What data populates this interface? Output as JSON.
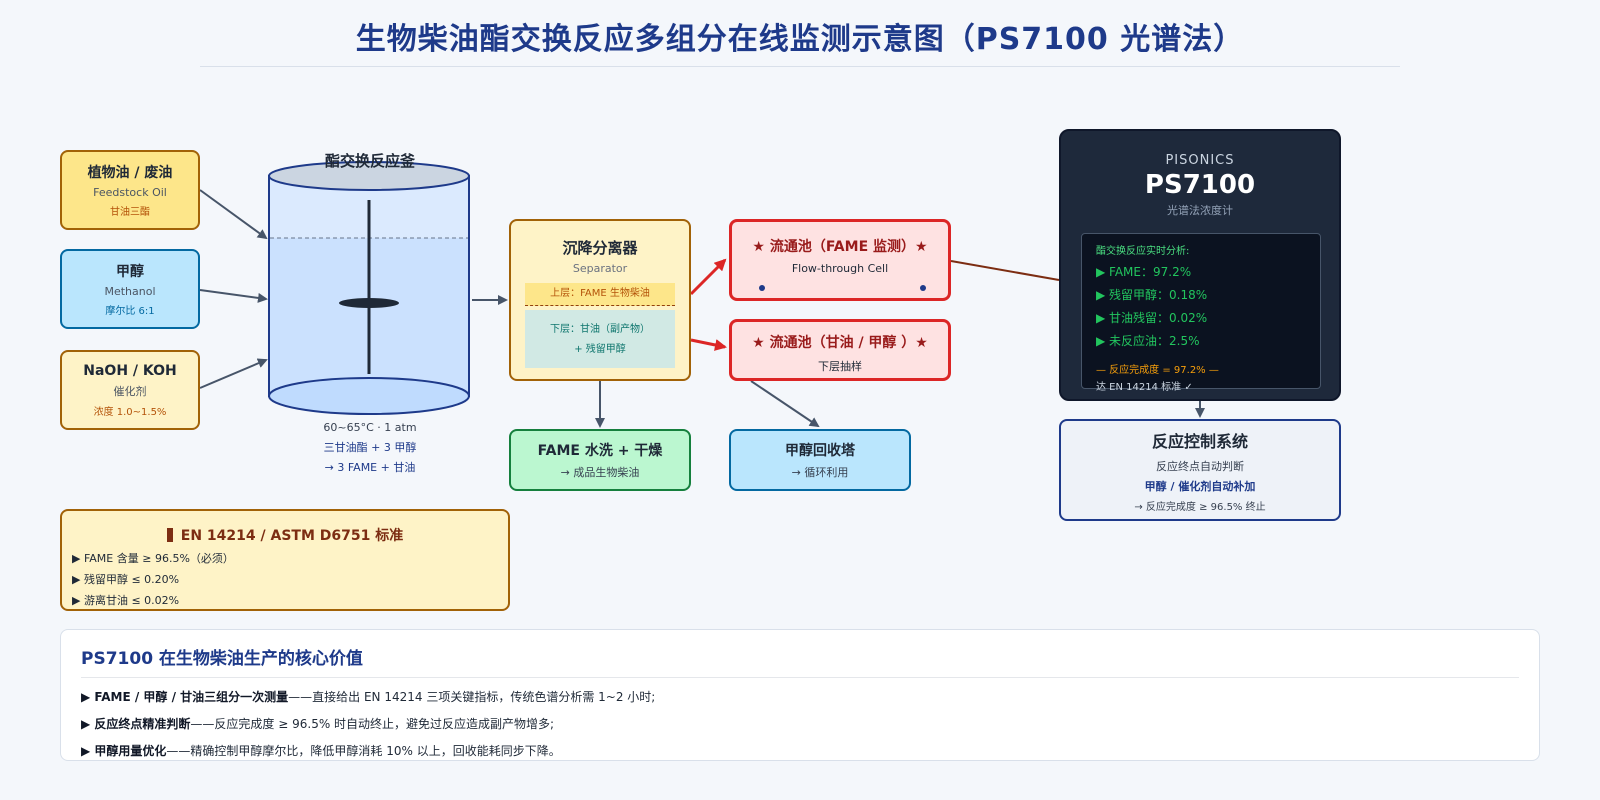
{
  "title": "生物柴油酯交换反应多组分在线监测示意图（PS7100 光谱法）",
  "feeds": {
    "oil": {
      "title": "植物油 / 废油",
      "sub": "Feedstock Oil",
      "note": "甘油三酯"
    },
    "methanol": {
      "title": "甲醇",
      "sub": "Methanol",
      "note": "摩尔比 6:1"
    },
    "catalyst": {
      "title": "NaOH / KOH",
      "sub": "催化剂",
      "note": "浓度 1.0~1.5%"
    }
  },
  "reactor": {
    "label": "酯交换反应釜",
    "conditions": "60~65°C · 1 atm",
    "reaction_line1": "三甘油酯 + 3 甲醇",
    "reaction_line2": "→ 3 FAME + 甘油"
  },
  "separator": {
    "title": "沉降分离器",
    "sub": "Separator",
    "upper": "上层：FAME 生物柴油",
    "lower_line1": "下层：甘油（副产物）",
    "lower_line2": "+ 残留甲醇"
  },
  "cells": {
    "fame": {
      "title": "★ 流通池（FAME 监测）★",
      "sub": "Flow-through Cell"
    },
    "glycerol": {
      "title": "★ 流通池（甘油 / 甲醇 ）★",
      "sub": "下层抽样"
    }
  },
  "wash": {
    "title": "FAME 水洗 + 干燥",
    "sub": "→ 成品生物柴油"
  },
  "recovery": {
    "title": "甲醇回收塔",
    "sub": "→ 循环利用"
  },
  "device": {
    "brand": "PISONICS",
    "model": "PS7100",
    "sub": "光谱法浓度计",
    "screen_header": "酯交换反应实时分析:",
    "readings": [
      "▶ FAME：97.2%",
      "▶ 残留甲醇：0.18%",
      "▶ 甘油残留：0.02%",
      "▶ 未反应油：2.5%"
    ],
    "completion": "— 反应完成度 = 97.2% —",
    "standard_ok": "达 EN 14214 标准 ✓"
  },
  "control": {
    "title": "反应控制系统",
    "line1": "反应终点自动判断",
    "line2": "甲醇 / 催化剂自动补加",
    "line3": "→ 反应完成度 ≥ 96.5% 终止"
  },
  "standard": {
    "title": "EN 14214 / ASTM D6751 标准",
    "items": [
      "▶ FAME 含量 ≥ 96.5%（必须）",
      "▶ 残留甲醇 ≤ 0.20%",
      "▶ 游离甘油 ≤ 0.02%"
    ]
  },
  "value": {
    "heading": "PS7100 在生物柴油生产的核心价值",
    "items": [
      {
        "bold": "▶ FAME / 甲醇 / 甘油三组分一次测量",
        "rest": "——直接给出 EN 14214 三项关键指标，传统色谱分析需 1~2 小时;"
      },
      {
        "bold": "▶ 反应终点精准判断",
        "rest": "——反应完成度 ≥ 96.5% 时自动终止，避免过反应造成副产物增多;"
      },
      {
        "bold": "▶ 甲醇用量优化",
        "rest": "——精确控制甲醇摩尔比，降低甲醇消耗 10% 以上，回收能耗同步下降。"
      }
    ]
  },
  "colors": {
    "title": "#1e3a8a",
    "cell_border": "#dc2626",
    "arrow": "#475569",
    "red_arrow": "#dc2626",
    "link_line": "#7c2d12"
  }
}
